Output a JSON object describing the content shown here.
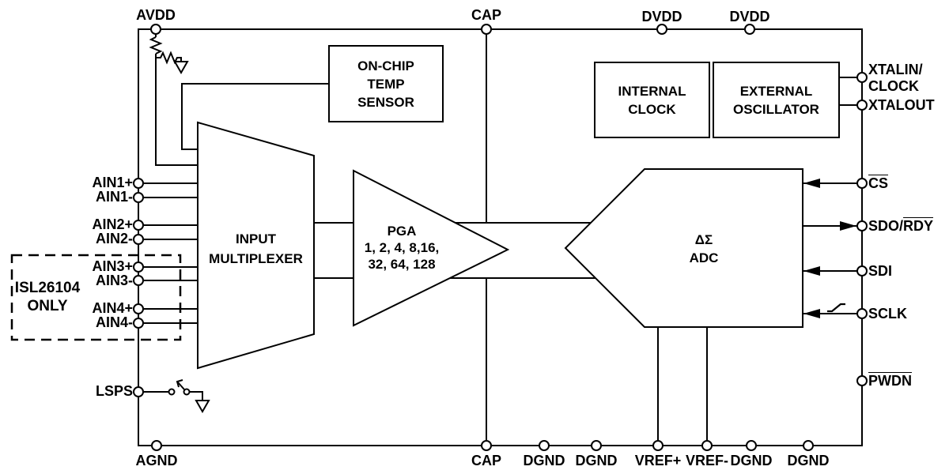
{
  "title": "ISL26102/ISL26104 delta-sigma ADC functional block diagram",
  "colors": {
    "line": "#000000",
    "text": "#000000",
    "background": "#ffffff"
  },
  "pins": {
    "top": [
      {
        "label": "AVDD"
      },
      {
        "label": "CAP"
      },
      {
        "label": "DVDD"
      },
      {
        "label": "DVDD"
      }
    ],
    "left": [
      {
        "label": "AIN1+"
      },
      {
        "label": "AIN1-"
      },
      {
        "label": "AIN2+"
      },
      {
        "label": "AIN2-"
      },
      {
        "label": "AIN3+"
      },
      {
        "label": "AIN3-"
      },
      {
        "label": "AIN4+"
      },
      {
        "label": "AIN4-"
      },
      {
        "label": "LSPS"
      }
    ],
    "right": {
      "xtalin": {
        "line1": "XTALIN/",
        "line2": "CLOCK"
      },
      "xtalout": {
        "label": "XTALOUT"
      },
      "cs": {
        "label": "CS",
        "overline": true
      },
      "sdo_rdy": {
        "plain": "SDO/",
        "overlined": "RDY"
      },
      "sdi": {
        "label": "SDI"
      },
      "sclk": {
        "label": "SCLK"
      },
      "pwdn": {
        "label": "PWDN",
        "overline": true
      }
    },
    "bottom": [
      {
        "label": "AGND"
      },
      {
        "label": "CAP"
      },
      {
        "label": "DGND"
      },
      {
        "label": "DGND"
      },
      {
        "label": "VREF+"
      },
      {
        "label": "VREF-"
      },
      {
        "label": "DGND"
      },
      {
        "label": "DGND"
      }
    ]
  },
  "blocks": {
    "temp_sensor": {
      "lines": [
        "ON-CHIP",
        "TEMP",
        "SENSOR"
      ]
    },
    "internal_clock": {
      "lines": [
        "INTERNAL",
        "CLOCK"
      ]
    },
    "external_oscillator": {
      "lines": [
        "EXTERNAL",
        "OSCILLATOR"
      ]
    },
    "input_multiplexer": {
      "lines": [
        "INPUT",
        "MULTIPLEXER"
      ]
    },
    "pga": {
      "lines": [
        "PGA",
        "1, 2, 4, 8,16,",
        "32, 64, 128"
      ]
    },
    "adc": {
      "lines": [
        "ΔΣ",
        "ADC"
      ]
    }
  },
  "note": {
    "lines": [
      "ISL26104",
      "ONLY"
    ]
  }
}
